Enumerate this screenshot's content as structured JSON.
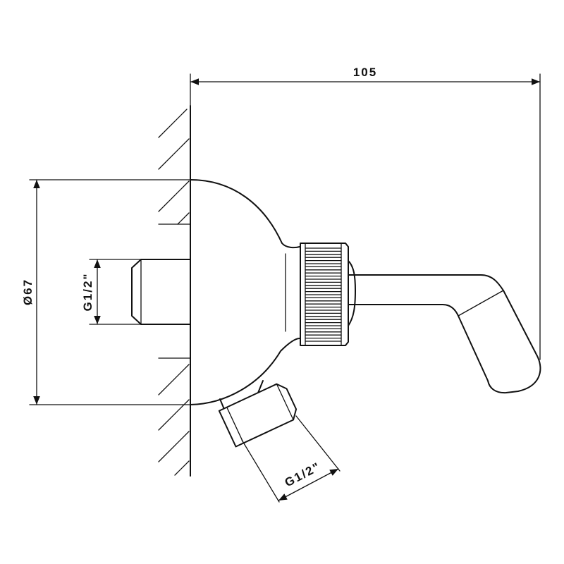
{
  "drawing": {
    "dimensions": {
      "overall_length": "105",
      "body_diameter": "Ø67",
      "inlet_thread": "G1/2\"",
      "outlet_thread": "G1/2\""
    }
  }
}
